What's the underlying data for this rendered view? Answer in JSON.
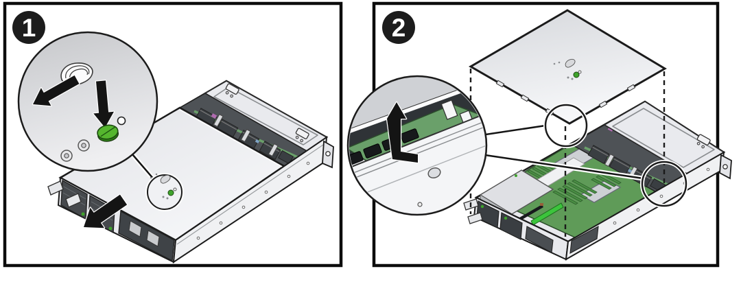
{
  "figure": {
    "kind": "server-top-cover-removal-illustration",
    "panels": [
      {
        "badge": "1"
      },
      {
        "badge": "2"
      }
    ]
  },
  "colors": {
    "background": "#ffffff",
    "panel_border": "#0c0c0c",
    "badge_bg": "#1c1c1c",
    "badge_text": "#ffffff",
    "arrow_fill": "#141414",
    "arrow_casing": "#ffffff",
    "button_green": "#55b62e",
    "button_green_dark": "#2e7d17",
    "led_green": "#3fa32c",
    "pcb_green": "#6aa06a",
    "dimm_green": "#4a8f44",
    "slot_green": "#3cc43c",
    "board_green": "#5f9b58",
    "accent_magenta": "#b06ab0",
    "metal_light": "#f2f3f5",
    "metal_mid": "#dcdde1",
    "component_dark": "#3a3e42"
  }
}
